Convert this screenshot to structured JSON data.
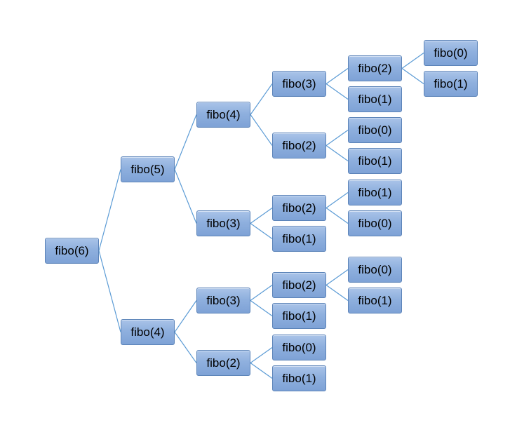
{
  "diagram": {
    "type": "tree",
    "edge_color": "#5b9bd5",
    "node_color": "#8fb0de",
    "nodes": [
      {
        "id": "n0",
        "label": "fibo(6)"
      },
      {
        "id": "n1",
        "label": "fibo(5)"
      },
      {
        "id": "n2",
        "label": "fibo(4)"
      },
      {
        "id": "n3",
        "label": "fibo(4)"
      },
      {
        "id": "n4",
        "label": "fibo(3)"
      },
      {
        "id": "n5",
        "label": "fibo(3)"
      },
      {
        "id": "n6",
        "label": "fibo(2)"
      },
      {
        "id": "n7",
        "label": "fibo(3)"
      },
      {
        "id": "n8",
        "label": "fibo(2)"
      },
      {
        "id": "n9",
        "label": "fibo(2)"
      },
      {
        "id": "n10",
        "label": "fibo(1)"
      },
      {
        "id": "n11",
        "label": "fibo(2)"
      },
      {
        "id": "n12",
        "label": "fibo(1)"
      },
      {
        "id": "n13",
        "label": "fibo(0)"
      },
      {
        "id": "n14",
        "label": "fibo(1)"
      },
      {
        "id": "n15",
        "label": "fibo(2)"
      },
      {
        "id": "n16",
        "label": "fibo(1)"
      },
      {
        "id": "n17",
        "label": "fibo(0)"
      },
      {
        "id": "n18",
        "label": "fibo(1)"
      },
      {
        "id": "n19",
        "label": "fibo(1)"
      },
      {
        "id": "n20",
        "label": "fibo(0)"
      },
      {
        "id": "n21",
        "label": "fibo(0)"
      },
      {
        "id": "n22",
        "label": "fibo(1)"
      },
      {
        "id": "n23",
        "label": "fibo(0)"
      },
      {
        "id": "n24",
        "label": "fibo(1)"
      }
    ],
    "edges": [
      [
        "n0",
        "n1"
      ],
      [
        "n0",
        "n2"
      ],
      [
        "n1",
        "n3"
      ],
      [
        "n1",
        "n4"
      ],
      [
        "n2",
        "n5"
      ],
      [
        "n2",
        "n6"
      ],
      [
        "n3",
        "n7"
      ],
      [
        "n3",
        "n8"
      ],
      [
        "n4",
        "n9"
      ],
      [
        "n4",
        "n10"
      ],
      [
        "n5",
        "n11"
      ],
      [
        "n5",
        "n12"
      ],
      [
        "n6",
        "n13"
      ],
      [
        "n6",
        "n14"
      ],
      [
        "n7",
        "n15"
      ],
      [
        "n7",
        "n16"
      ],
      [
        "n8",
        "n17"
      ],
      [
        "n8",
        "n18"
      ],
      [
        "n9",
        "n19"
      ],
      [
        "n9",
        "n20"
      ],
      [
        "n11",
        "n21"
      ],
      [
        "n11",
        "n22"
      ],
      [
        "n15",
        "n23"
      ],
      [
        "n15",
        "n24"
      ]
    ]
  }
}
